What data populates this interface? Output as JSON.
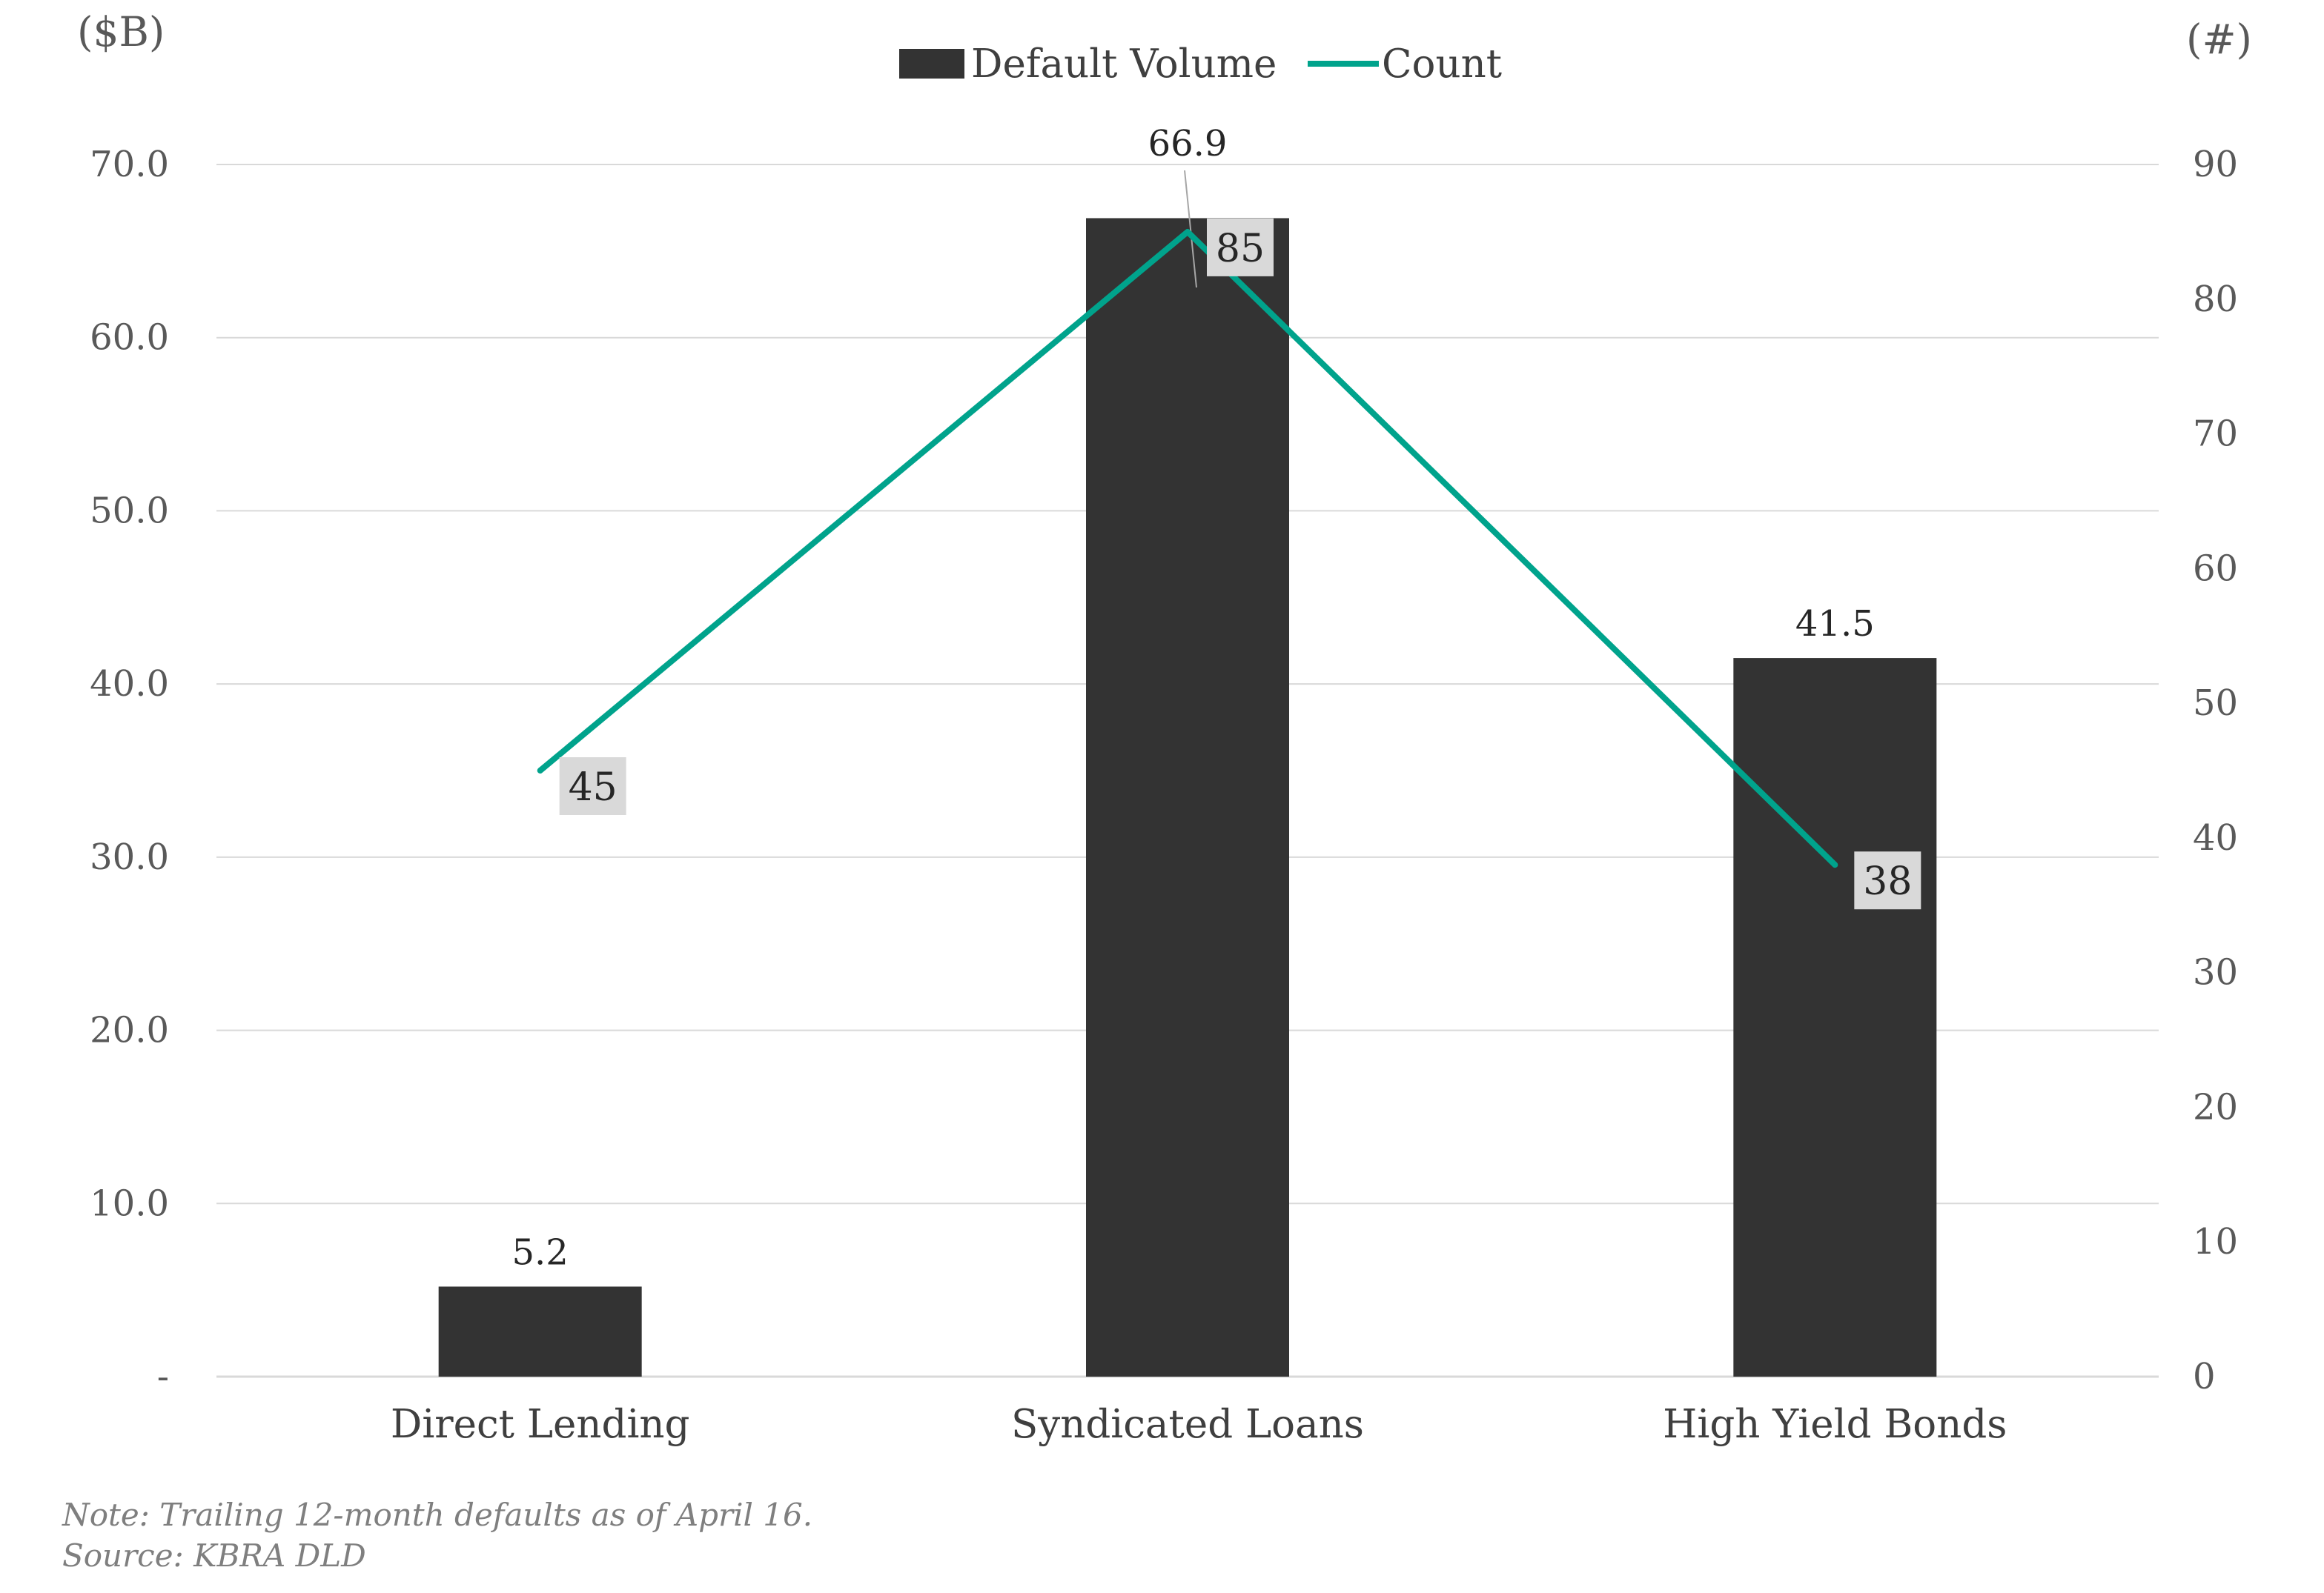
{
  "chart_data": {
    "type": "bar",
    "categories": [
      "Direct Lending",
      "Syndicated Loans",
      "High Yield Bonds"
    ],
    "series": [
      {
        "name": "Default Volume",
        "type": "bar",
        "axis": "left",
        "values": [
          5.2,
          66.9,
          41.5
        ],
        "labels": [
          "5.2",
          "66.9",
          "41.5"
        ],
        "color": "#333333"
      },
      {
        "name": "Count",
        "type": "line",
        "axis": "right",
        "values": [
          45,
          85,
          38
        ],
        "labels": [
          "45",
          "85",
          "38"
        ],
        "color": "#00a38c"
      }
    ],
    "y_left": {
      "unit_label": "($B)",
      "range": [
        0,
        70
      ],
      "ticks": [
        {
          "value": 0,
          "label": "-"
        },
        {
          "value": 10,
          "label": "10.0"
        },
        {
          "value": 20,
          "label": "20.0"
        },
        {
          "value": 30,
          "label": "30.0"
        },
        {
          "value": 40,
          "label": "40.0"
        },
        {
          "value": 50,
          "label": "50.0"
        },
        {
          "value": 60,
          "label": "60.0"
        },
        {
          "value": 70,
          "label": "70.0"
        }
      ]
    },
    "y_right": {
      "unit_label": "(#)",
      "range": [
        0,
        90
      ],
      "ticks": [
        {
          "value": 0,
          "label": "0"
        },
        {
          "value": 10,
          "label": "10"
        },
        {
          "value": 20,
          "label": "20"
        },
        {
          "value": 30,
          "label": "30"
        },
        {
          "value": 40,
          "label": "40"
        },
        {
          "value": 50,
          "label": "50"
        },
        {
          "value": 60,
          "label": "60"
        },
        {
          "value": 70,
          "label": "70"
        },
        {
          "value": 80,
          "label": "80"
        },
        {
          "value": 90,
          "label": "90"
        }
      ]
    },
    "grid": true,
    "legend_position": "top-center",
    "colors": {
      "gridline": "#d9d9d9",
      "axis_text": "#595959",
      "count_label_bg": "#d9d9d9"
    }
  },
  "footnotes": {
    "note": "Note: Trailing 12-month defaults as of April 16.",
    "source": "Source: KBRA DLD"
  }
}
